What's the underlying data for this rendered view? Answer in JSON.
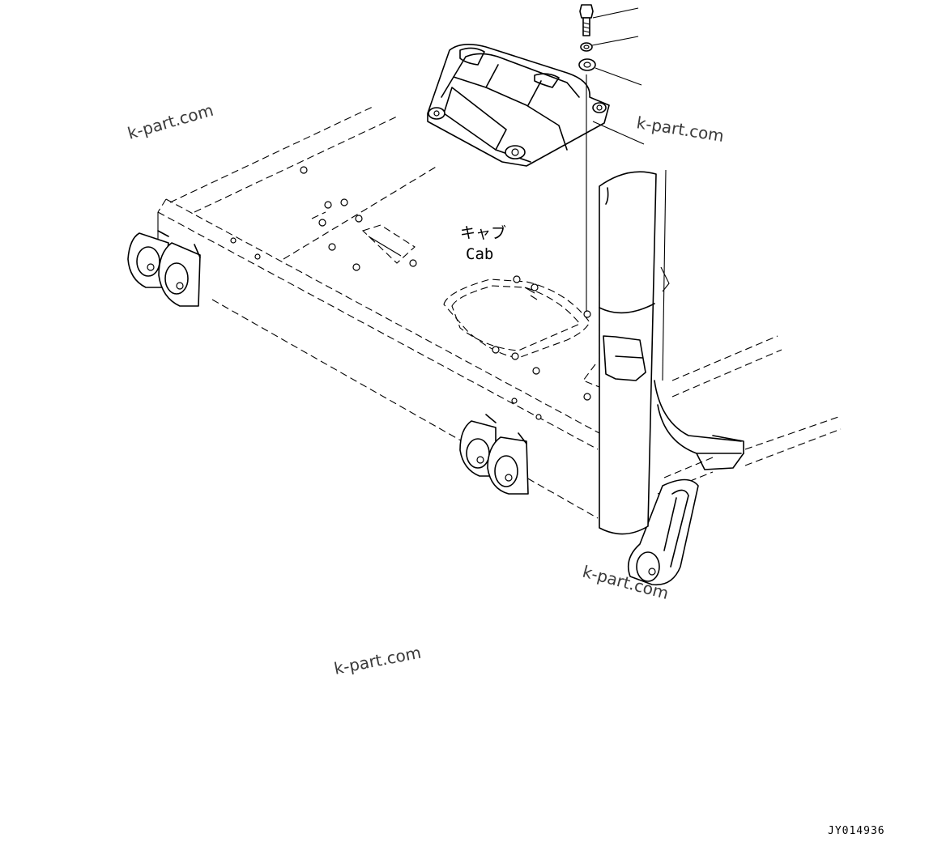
{
  "label": {
    "jp": "キャブ",
    "en": "Cab"
  },
  "drawing_code": "JY014936",
  "watermarks": [
    "k-part.com",
    "k-part.com",
    "k-part.com",
    "k-part.com"
  ]
}
